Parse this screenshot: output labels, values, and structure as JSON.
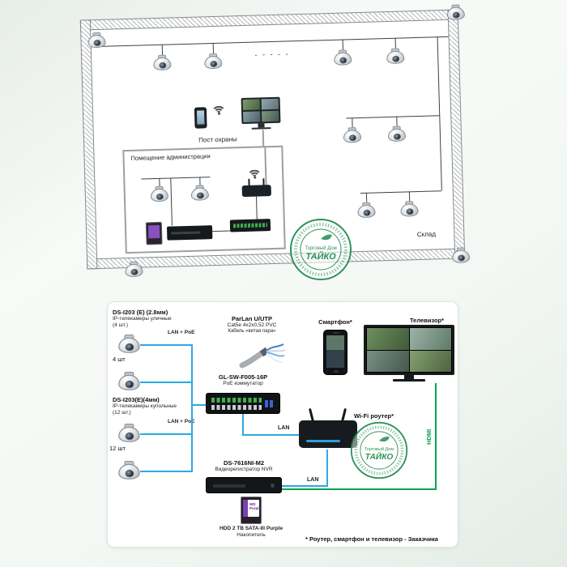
{
  "plan": {
    "security_post": "Пост охраны",
    "admin_room": "Помещение администрации",
    "warehouse": "Склад",
    "more_cameras_dashes": "- - - - -"
  },
  "stamp": {
    "top": "Торговый Дом",
    "name": "ТАЙКО"
  },
  "diagram": {
    "outdoor_cams": {
      "model": "DS-I203 (E) (2.8мм)",
      "type": "IP-телекамеры уличные",
      "qty_note": "(4 шт.)",
      "qty": "4 шт"
    },
    "dome_cams": {
      "model": "DS-I203(E)(4мм)",
      "type": "IP-телекамеры купольные",
      "qty_note": "(12 шт.)",
      "qty": "12 шт"
    },
    "lan_poe_top": "LAN + PoE",
    "lan_poe_bottom": "LAN + PoE",
    "cable": {
      "name": "ParLan U/UTP",
      "spec": "Cat5e 4x2x0,52 PVC",
      "desc": "Кабель «витая пара»"
    },
    "switch": {
      "model": "GL-SW-F005-16P",
      "type": "PoE коммутатор"
    },
    "smartphone_label": "Смартфон*",
    "tv_label": "Телевизор*",
    "router_label": "Wi-Fi роутер*",
    "lan_switch_router": "LAN",
    "lan_router_nvr": "LAN",
    "hdmi_label": "HDMI",
    "nvr": {
      "model": "DS-7616NI-M2",
      "type": "Видеорегистратор NVR"
    },
    "hdd": {
      "model": "HDD 2 TB SATA-III Purple",
      "type": "Накопитель",
      "brand": "WD Purple"
    },
    "footnote": "* Роутер, смартфон и телевизор - Заказчика"
  },
  "colors": {
    "lan_line": "#29abe2",
    "hdmi_line": "#00a651",
    "stamp_green": "#1d8a4c"
  }
}
